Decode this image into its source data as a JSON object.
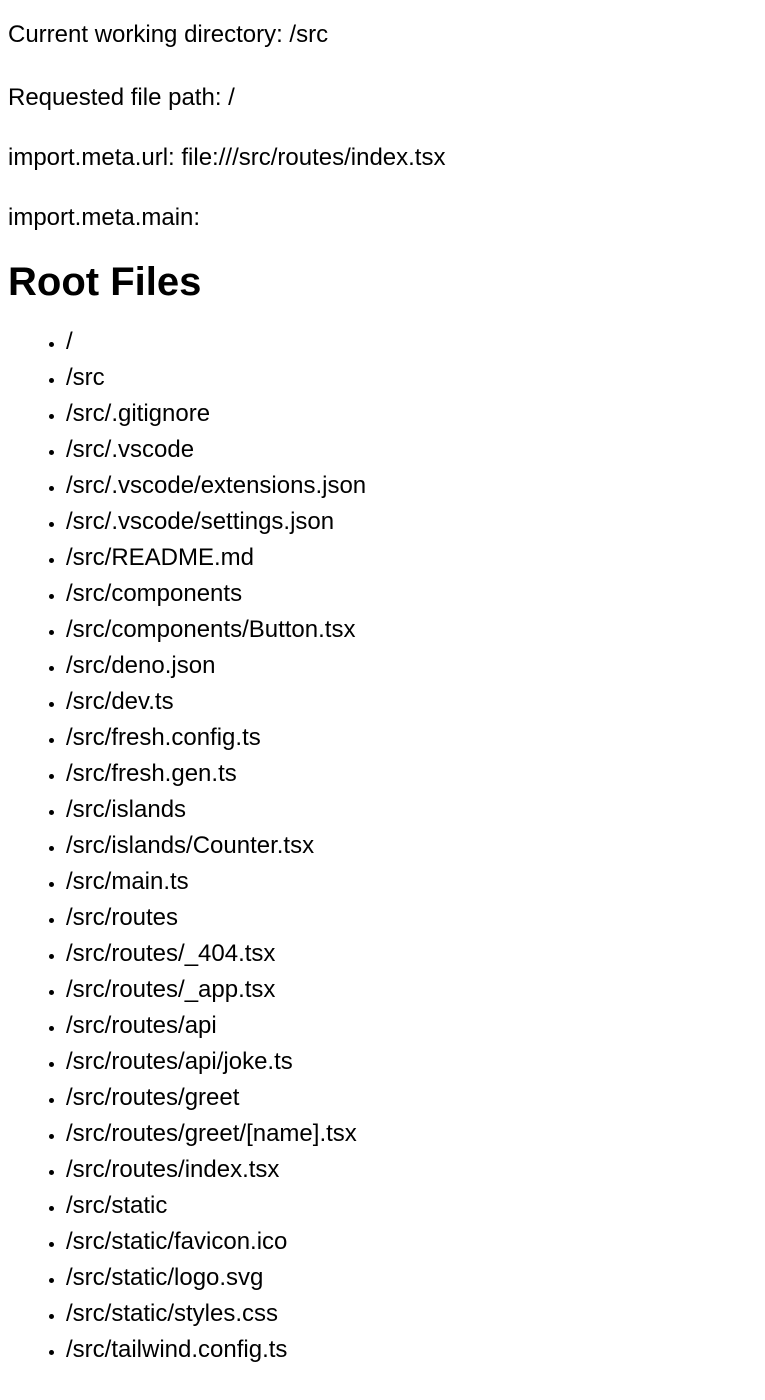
{
  "info": {
    "cwd": "Current working directory: /src",
    "requested_path": "Requested file path: /",
    "meta_url": "import.meta.url: file:///src/routes/index.tsx",
    "meta_main": "import.meta.main:"
  },
  "root_files": {
    "title": "Root Files",
    "items": [
      "/",
      "/src",
      "/src/.gitignore",
      "/src/.vscode",
      "/src/.vscode/extensions.json",
      "/src/.vscode/settings.json",
      "/src/README.md",
      "/src/components",
      "/src/components/Button.tsx",
      "/src/deno.json",
      "/src/dev.ts",
      "/src/fresh.config.ts",
      "/src/fresh.gen.ts",
      "/src/islands",
      "/src/islands/Counter.tsx",
      "/src/main.ts",
      "/src/routes",
      "/src/routes/_404.tsx",
      "/src/routes/_app.tsx",
      "/src/routes/api",
      "/src/routes/api/joke.ts",
      "/src/routes/greet",
      "/src/routes/greet/[name].tsx",
      "/src/routes/index.tsx",
      "/src/static",
      "/src/static/favicon.ico",
      "/src/static/logo.svg",
      "/src/static/styles.css",
      "/src/tailwind.config.ts"
    ]
  }
}
